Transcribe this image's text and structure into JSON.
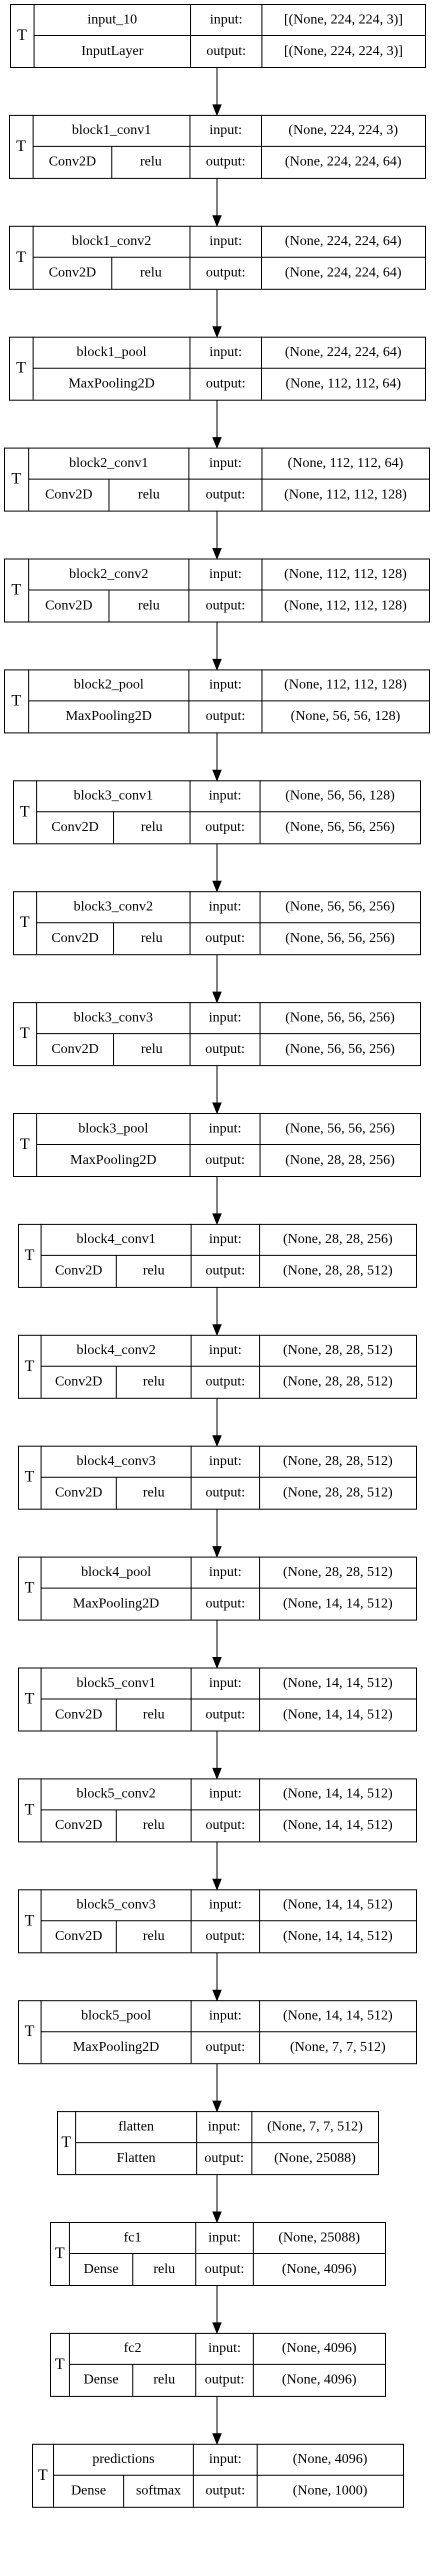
{
  "trainable_marker": "T",
  "labels": {
    "input": "input:",
    "output": "output:"
  },
  "layers": [
    {
      "name": "input_10",
      "type": "InputLayer",
      "activation": "",
      "input": "[(None, 224, 224, 3)]",
      "output": "[(None, 224, 224, 3)]"
    },
    {
      "name": "block1_conv1",
      "type": "Conv2D",
      "activation": "relu",
      "input": "(None, 224, 224, 3)",
      "output": "(None, 224, 224, 64)"
    },
    {
      "name": "block1_conv2",
      "type": "Conv2D",
      "activation": "relu",
      "input": "(None, 224, 224, 64)",
      "output": "(None, 224, 224, 64)"
    },
    {
      "name": "block1_pool",
      "type": "MaxPooling2D",
      "activation": "",
      "input": "(None, 224, 224, 64)",
      "output": "(None, 112, 112, 64)"
    },
    {
      "name": "block2_conv1",
      "type": "Conv2D",
      "activation": "relu",
      "input": "(None, 112, 112, 64)",
      "output": "(None, 112, 112, 128)"
    },
    {
      "name": "block2_conv2",
      "type": "Conv2D",
      "activation": "relu",
      "input": "(None, 112, 112, 128)",
      "output": "(None, 112, 112, 128)"
    },
    {
      "name": "block2_pool",
      "type": "MaxPooling2D",
      "activation": "",
      "input": "(None, 112, 112, 128)",
      "output": "(None, 56, 56, 128)"
    },
    {
      "name": "block3_conv1",
      "type": "Conv2D",
      "activation": "relu",
      "input": "(None, 56, 56, 128)",
      "output": "(None, 56, 56, 256)"
    },
    {
      "name": "block3_conv2",
      "type": "Conv2D",
      "activation": "relu",
      "input": "(None, 56, 56, 256)",
      "output": "(None, 56, 56, 256)"
    },
    {
      "name": "block3_conv3",
      "type": "Conv2D",
      "activation": "relu",
      "input": "(None, 56, 56, 256)",
      "output": "(None, 56, 56, 256)"
    },
    {
      "name": "block3_pool",
      "type": "MaxPooling2D",
      "activation": "",
      "input": "(None, 56, 56, 256)",
      "output": "(None, 28, 28, 256)"
    },
    {
      "name": "block4_conv1",
      "type": "Conv2D",
      "activation": "relu",
      "input": "(None, 28, 28, 256)",
      "output": "(None, 28, 28, 512)"
    },
    {
      "name": "block4_conv2",
      "type": "Conv2D",
      "activation": "relu",
      "input": "(None, 28, 28, 512)",
      "output": "(None, 28, 28, 512)"
    },
    {
      "name": "block4_conv3",
      "type": "Conv2D",
      "activation": "relu",
      "input": "(None, 28, 28, 512)",
      "output": "(None, 28, 28, 512)"
    },
    {
      "name": "block4_pool",
      "type": "MaxPooling2D",
      "activation": "",
      "input": "(None, 28, 28, 512)",
      "output": "(None, 14, 14, 512)"
    },
    {
      "name": "block5_conv1",
      "type": "Conv2D",
      "activation": "relu",
      "input": "(None, 14, 14, 512)",
      "output": "(None, 14, 14, 512)"
    },
    {
      "name": "block5_conv2",
      "type": "Conv2D",
      "activation": "relu",
      "input": "(None, 14, 14, 512)",
      "output": "(None, 14, 14, 512)"
    },
    {
      "name": "block5_conv3",
      "type": "Conv2D",
      "activation": "relu",
      "input": "(None, 14, 14, 512)",
      "output": "(None, 14, 14, 512)"
    },
    {
      "name": "block5_pool",
      "type": "MaxPooling2D",
      "activation": "",
      "input": "(None, 14, 14, 512)",
      "output": "(None, 7, 7, 512)"
    },
    {
      "name": "flatten",
      "type": "Flatten",
      "activation": "",
      "input": "(None, 7, 7, 512)",
      "output": "(None, 25088)"
    },
    {
      "name": "fc1",
      "type": "Dense",
      "activation": "relu",
      "input": "(None, 25088)",
      "output": "(None, 4096)"
    },
    {
      "name": "fc2",
      "type": "Dense",
      "activation": "relu",
      "input": "(None, 4096)",
      "output": "(None, 4096)"
    },
    {
      "name": "predictions",
      "type": "Dense",
      "activation": "softmax",
      "input": "(None, 4096)",
      "output": "(None, 1000)"
    }
  ]
}
